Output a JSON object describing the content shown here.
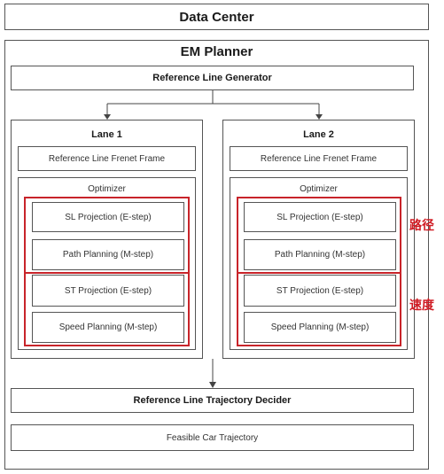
{
  "data_center": "Data Center",
  "em_planner": "EM Planner",
  "reference_line_generator": "Reference Line Generator",
  "lane1": {
    "title": "Lane 1",
    "frenet": "Reference Line Frenet Frame",
    "optimizer": "Optimizer",
    "sl_projection": "SL Projection (E-step)",
    "path_planning": "Path Planning (M-step)",
    "st_projection": "ST Projection (E-step)",
    "speed_planning": "Speed Planning (M-step)"
  },
  "lane2": {
    "title": "Lane 2",
    "frenet": "Reference Line Frenet Frame",
    "optimizer": "Optimizer",
    "sl_projection": "SL Projection (E-step)",
    "path_planning": "Path Planning (M-step)",
    "st_projection": "ST Projection (E-step)",
    "speed_planning": "Speed Planning (M-step)"
  },
  "annotations": {
    "path": "路径",
    "speed": "速度"
  },
  "trajectory_decider": "Reference Line Trajectory Decider",
  "feasible_trajectory": "Feasible Car Trajectory",
  "colors": {
    "annotation_red": "#c8242a",
    "border": "#555555"
  }
}
